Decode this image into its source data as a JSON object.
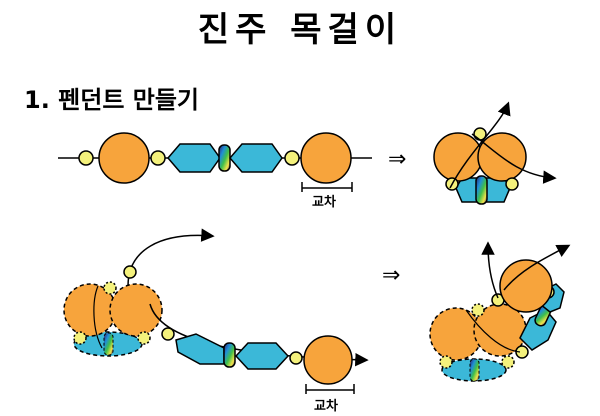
{
  "title": "진주 목걸이",
  "subtitle": "1. 펜던트 만들기",
  "cross_label": "교차",
  "next_symbol": "⇒",
  "colors": {
    "pearl": "#F7A43C",
    "bead_blue": "#3BB8D8",
    "ring_yellow": "#F4F17C",
    "outline": "#000000"
  },
  "icons": {
    "next_arrow": "double-right-arrow"
  }
}
